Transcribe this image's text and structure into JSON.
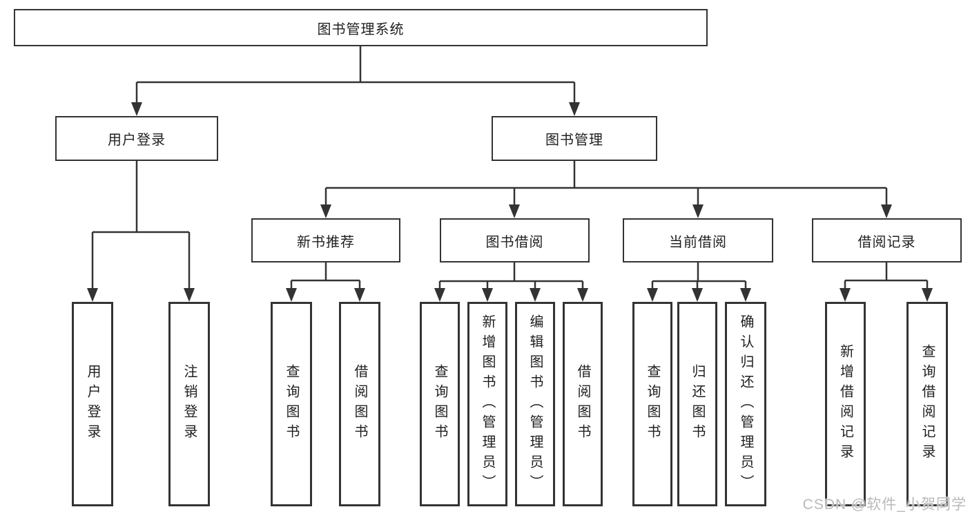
{
  "tree": {
    "root": {
      "label": "图书管理系统"
    },
    "children": [
      {
        "label": "用户登录",
        "children": [
          {
            "label": "用户登录"
          },
          {
            "label": "注销登录"
          }
        ]
      },
      {
        "label": "图书管理",
        "children": [
          {
            "label": "新书推荐",
            "children": [
              {
                "label": "查询图书"
              },
              {
                "label": "借阅图书"
              }
            ]
          },
          {
            "label": "图书借阅",
            "children": [
              {
                "label": "查询图书"
              },
              {
                "label": "新增图书（管理员）"
              },
              {
                "label": "编辑图书（管理员）"
              },
              {
                "label": "借阅图书"
              }
            ]
          },
          {
            "label": "当前借阅",
            "children": [
              {
                "label": "查询图书"
              },
              {
                "label": "归还图书"
              },
              {
                "label": "确认归还（管理员）"
              }
            ]
          },
          {
            "label": "借阅记录",
            "children": [
              {
                "label": "新增借阅记录"
              },
              {
                "label": "查询借阅记录"
              }
            ]
          }
        ]
      }
    ]
  },
  "watermark": {
    "text": "CSDN @软件_小贺同学"
  },
  "colors": {
    "line": "#333333",
    "text": "#1f1f1f",
    "background": "#ffffff",
    "watermark": "#b9b9b9"
  }
}
